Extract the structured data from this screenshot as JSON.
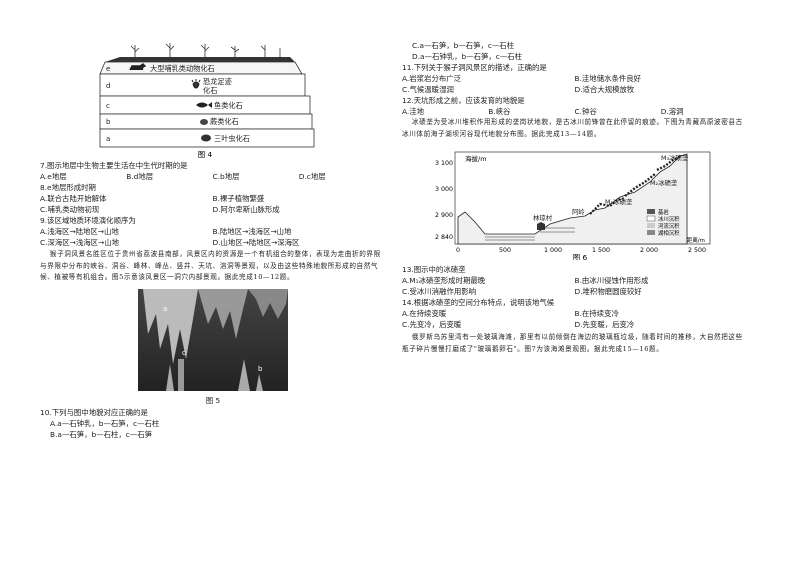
{
  "fig4": {
    "layers": [
      {
        "letter": "e",
        "label": "大型哺乳类动物化石"
      },
      {
        "letter": "d",
        "label": "恐龙足迹化石"
      },
      {
        "letter": "c",
        "label": "鱼类化石"
      },
      {
        "letter": "b",
        "label": "蕨类化石"
      },
      {
        "letter": "a",
        "label": "三叶虫化石"
      }
    ],
    "caption": "图 4"
  },
  "q7": {
    "stem": "7.图示地层中生物主要生活在中生代时期的是",
    "options": [
      "A.e地层",
      "B.d地层",
      "C.b地层",
      "D.c地层"
    ]
  },
  "q8": {
    "stem": "8.e地层形成时期",
    "options": [
      "A.联合古陆开始解体",
      "B.裸子植物繁盛",
      "C.哺乳类动物初现",
      "D.阿尔卑斯山脉形成"
    ]
  },
  "q9": {
    "stem": "9.该区域地质环境演化顺序为",
    "options": [
      "A.浅海区→陆地区→山地",
      "B.陆地区→浅海区→山地",
      "C.深海区→浅海区→山地",
      "D.山地区→陆地区→深海区"
    ]
  },
  "passage1": "猴子洞风景名胜区位于贵州省荔波县南部，风景区内的资源是一个有机组合的整体，表现为走曲折的界限与界限中分布的峡谷、洞谷、峰林、峰丛、竖井、天坑、溶洞等景观，以及由这些特殊地貌所形成的自然气候、植被等有机组合。图5示意该风景区一洞穴内部景观。据此完成10—12题。",
  "fig5": {
    "caption": "图 5",
    "labels": [
      "a",
      "b",
      "c"
    ]
  },
  "q10": {
    "stem": "10.下列与图中地貌对应正确的是",
    "options": [
      "A.a—石钟乳，b—石笋，c—石柱",
      "B.a—石笋，b—石柱，c—石笋",
      "C.a—石笋，b—石笋，c—石柱",
      "D.a—石钟乳，b—石笋，c—石柱"
    ]
  },
  "q11": {
    "stem": "11.下列关于猴子洞风景区的描述，正确的是",
    "options": [
      "A.岩浆岩分布广泛",
      "B.洼地储水条件良好",
      "C.气候温暖湿润",
      "D.适合大规模放牧"
    ]
  },
  "q12": {
    "stem": "12.天坑形成之前，应该发育的地貌是",
    "options": [
      "A.洼地",
      "B.峡谷",
      "C.钟谷",
      "D.溶洞"
    ]
  },
  "passage2": "冰碛垄为受冰川堆积作用形成的垄岗状地貌，是古冰川前锋曾在此停留的痕迹。下图为青藏高原波密县古冰川体前海子湖坝河谷现代地貌分布图。据此完成13—14题。",
  "fig6": {
    "ylabel": "海拔/m",
    "yticks": [
      "3 100",
      "3 000",
      "2 900",
      "2 840"
    ],
    "xticks": [
      "0",
      "500",
      "1 000",
      "1 500",
      "2 000",
      "2 500"
    ],
    "xlabel": "距离/m",
    "annotations": [
      "M₁冰碛垄",
      "M₂冰碛垄",
      "M₃冰碛垄",
      "林琼村",
      "阿岭"
    ],
    "legend": [
      "基岩",
      "冰川沉积",
      "河流沉积",
      "湖相沉积"
    ],
    "caption": "图 6"
  },
  "q13": {
    "stem": "13.图示中的冰碛垄",
    "options": [
      "A.M₁冰碛垄形成时期最晚",
      "B.由冰川侵蚀作用形成",
      "C.受冰川消融作用影响",
      "D.堆积物磨圆度较好"
    ]
  },
  "q14": {
    "stem": "14.根据冰碛垄的空间分布特点，说明该地气候",
    "options": [
      "A.在持续变暖",
      "B.在持续变冷",
      "C.先变冷，后变暖",
      "D.先变暖，后变冷"
    ]
  },
  "passage3": "俄罗斯乌苏里湾有一处玻璃海滩，那里有以前倾倒在海边的玻璃瓶垃圾，随着时间的推移，大自然把这些瓶子碎片慢慢打磨成了\"玻璃鹅卵石\"。图7为该海滩景观图。据此完成15—16题。",
  "colors": {
    "ink": "#222222",
    "rock": "#555555",
    "light": "#e8e8e8"
  }
}
